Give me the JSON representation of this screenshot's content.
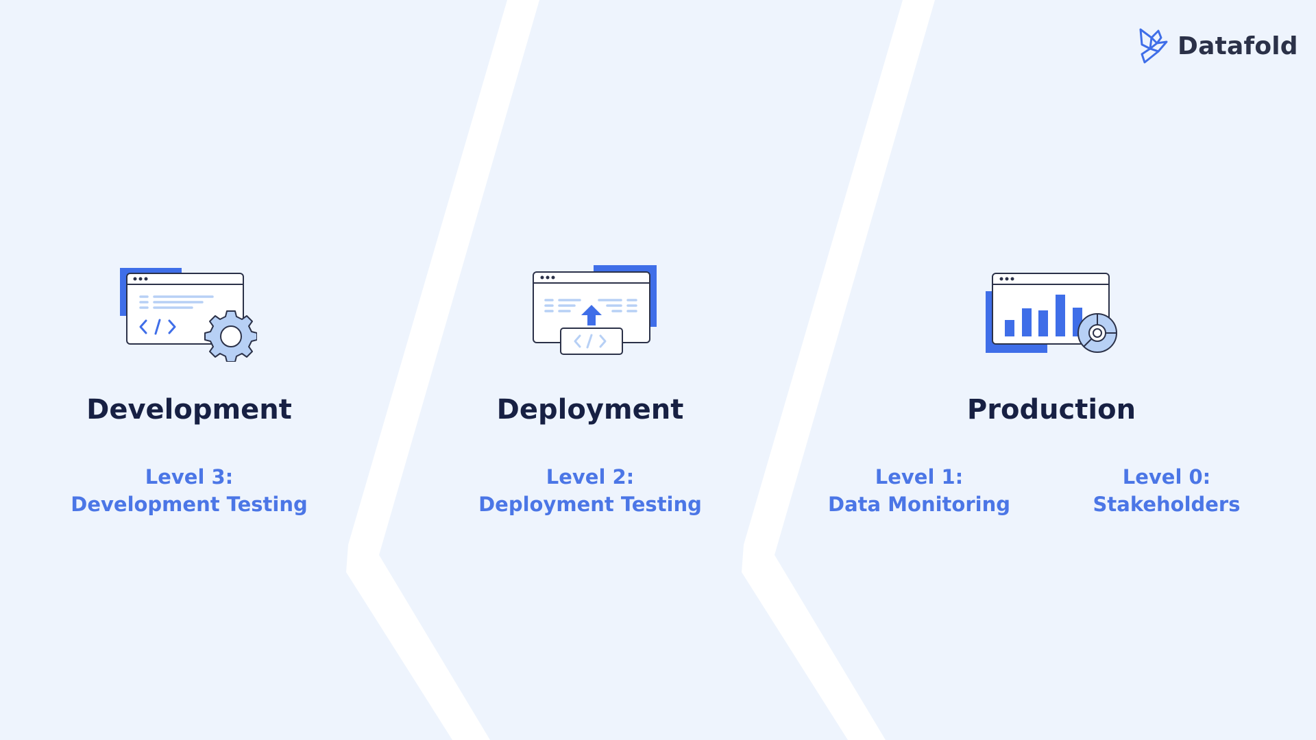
{
  "brand": {
    "name": "Datafold",
    "logo_icon": "datafold-bird-icon"
  },
  "colors": {
    "background": "#eef4fd",
    "divider": "#ffffff",
    "title": "#172043",
    "accent": "#4b76e6",
    "icon_fill_light": "#b7d0f5",
    "icon_stroke": "#2b3148"
  },
  "stages": [
    {
      "title": "Development",
      "icon": "code-window-gear-icon",
      "levels": [
        {
          "label": "Level 3:",
          "name": "Development Testing"
        }
      ]
    },
    {
      "title": "Deployment",
      "icon": "deploy-window-upload-icon",
      "levels": [
        {
          "label": "Level 2:",
          "name": "Deployment Testing"
        }
      ]
    },
    {
      "title": "Production",
      "icon": "dashboard-chart-icon",
      "levels": [
        {
          "label": "Level 1:",
          "name": "Data Monitoring"
        },
        {
          "label": "Level 0:",
          "name": "Stakeholders"
        }
      ]
    }
  ]
}
